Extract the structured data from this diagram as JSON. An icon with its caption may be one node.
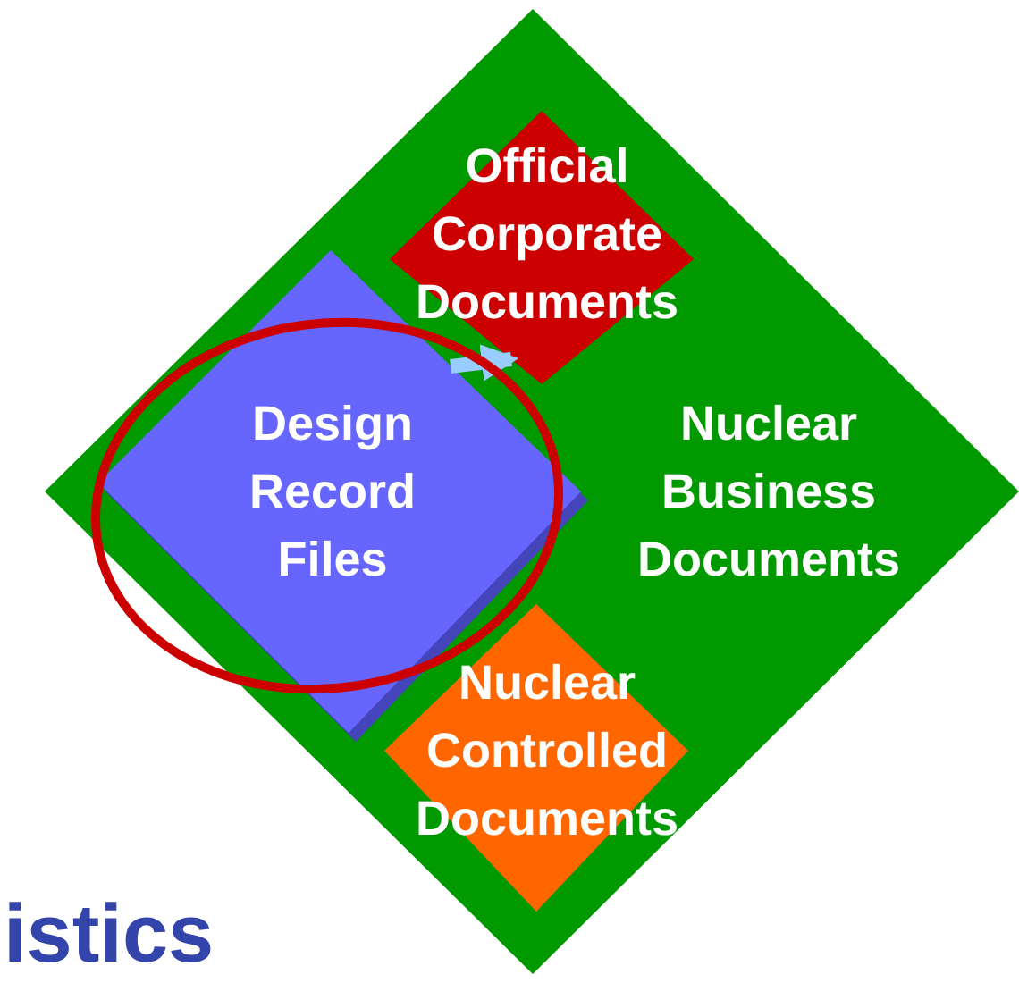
{
  "diagram": {
    "nodes": [
      {
        "text": [
          "Nuclear Business Documents"
        ]
      },
      {
        "text": [
          "Official Corporate Documents"
        ],
        "in": 0
      },
      {
        "text": [
          "Design Record Files"
        ],
        "in": 0
      },
      {
        "text": [
          "Nuclear Controlled Documents"
        ],
        "in": 0
      }
    ],
    "edges": [
      {
        "from": 2,
        "to": 1,
        "arrow": "to",
        "color": "#99ccff"
      }
    ],
    "labels": [
      "istics"
    ]
  }
}
